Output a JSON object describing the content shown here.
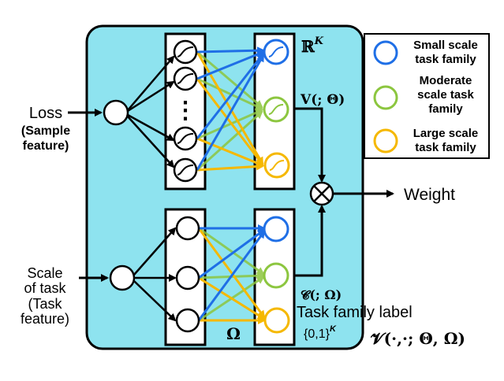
{
  "inputs": {
    "loss_line1": "Loss",
    "loss_line2": "(Sample",
    "loss_line3": "feature)",
    "scale_line1": "Scale",
    "scale_line2": "of task",
    "scale_line3": "(Task",
    "scale_line4": "feature)"
  },
  "network": {
    "output_space": "ℝ",
    "output_space_sup": "K",
    "upper_branch_label": "𝐕(; 𝚯)",
    "lower_branch_label": "𝓒(; 𝛀)",
    "omega_label": "𝛀",
    "task_family_label": "Task family label",
    "task_family_set": "{0,1}",
    "task_family_set_sup": "K",
    "model_label": "𝓥(·,·; 𝚯, 𝛀)",
    "ellipsis": "⋮",
    "multiply_symbol": "⊗"
  },
  "output": {
    "weight_label": "Weight"
  },
  "legend": {
    "items": [
      {
        "line1": "Small scale",
        "line2": "task family",
        "line3": "",
        "color": "#1f6fe6"
      },
      {
        "line1": "Moderate",
        "line2": "scale task",
        "line3": "family",
        "color": "#8cc63f"
      },
      {
        "line1": "Large scale",
        "line2": "task family",
        "line3": "",
        "color": "#f5b800"
      }
    ]
  },
  "colors": {
    "panel_fill": "#8ee3ef",
    "small": "#1f6fe6",
    "moderate": "#8cc63f",
    "large": "#f5b800"
  }
}
